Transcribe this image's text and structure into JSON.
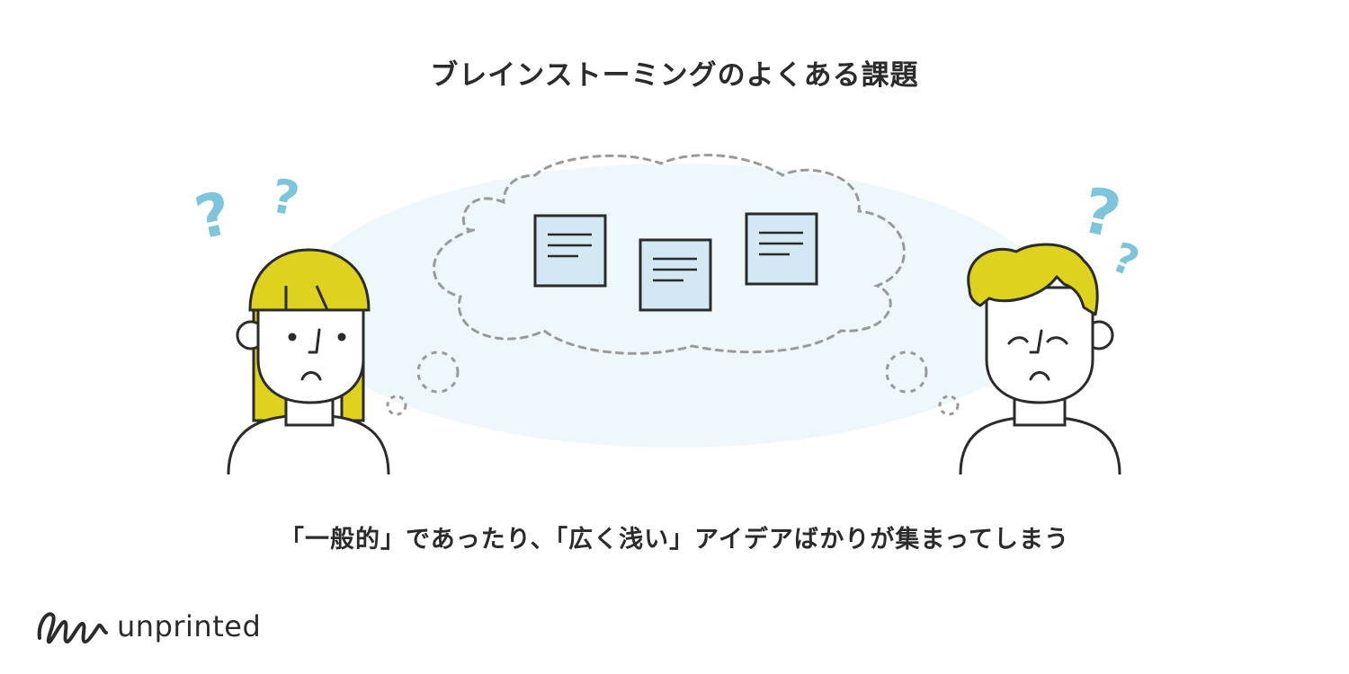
{
  "title": "ブレインストーミングのよくある課題",
  "caption": "「一般的」であったり、「広く浅い」アイデアばかりが集まってしまう",
  "brand": {
    "logo_text": "unprinted"
  },
  "colors": {
    "text": "#2b2b2b",
    "cloud_fill": "#eef8fc",
    "hair_yellow": "#ddd21d",
    "question_blue": "#7ec5db",
    "note_fill": "#d3e8f2",
    "dash_gray": "#999999"
  },
  "icons": {
    "question_marks": "question-icon",
    "sticky_notes": "sticky-note-icon",
    "logo_mark": "unprinted-logo-icon"
  }
}
